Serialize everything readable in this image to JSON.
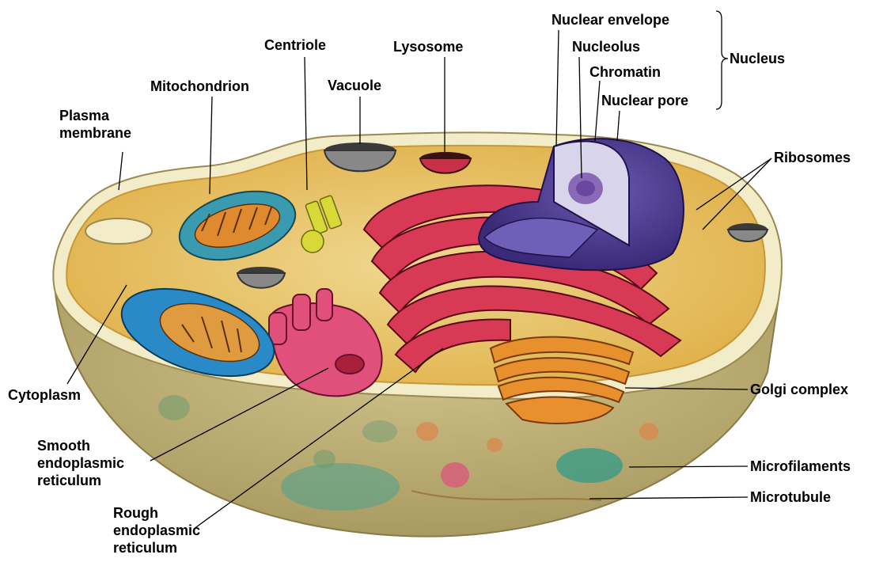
{
  "labels": {
    "nuclear_envelope": "Nuclear envelope",
    "nucleolus": "Nucleolus",
    "chromatin": "Chromatin",
    "nuclear_pore": "Nuclear pore",
    "nucleus": "Nucleus",
    "centriole": "Centriole",
    "lysosome": "Lysosome",
    "mitochondrion": "Mitochondrion",
    "vacuole": "Vacuole",
    "plasma_membrane": [
      "Plasma",
      "membrane"
    ],
    "ribosomes": "Ribosomes",
    "cytoplasm": "Cytoplasm",
    "golgi_complex": "Golgi complex",
    "smooth_er": [
      "Smooth",
      "endoplasmic",
      "reticulum"
    ],
    "microfilaments": "Microfilaments",
    "microtubule": "Microtubule",
    "rough_er": [
      "Rough",
      "endoplasmic",
      "reticulum"
    ]
  },
  "colors": {
    "cell_top": "#e8c25a",
    "cell_side": "#bfb078",
    "membrane_rim": "#f5efd0",
    "rough_er": "#d83a55",
    "smooth_er": "#e0507a",
    "nucleus": "#5a4a9a",
    "nucleus_cut": "#d8d4ec",
    "nucleolus": "#8a68b8",
    "mitochondrion": "#3a9ab0",
    "golgi": "#e08a30",
    "centriole": "#d8d838",
    "vacuole": "#606060",
    "lysosome": "#c83048",
    "leader_line": "#000000"
  }
}
